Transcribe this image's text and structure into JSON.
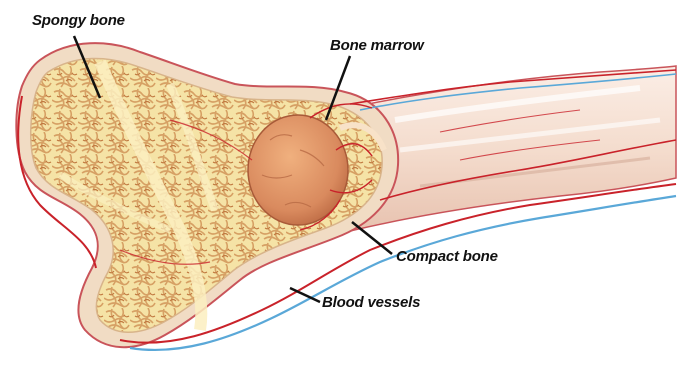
{
  "labels": {
    "spongy_bone": "Spongy bone",
    "bone_marrow": "Bone marrow",
    "compact_bone": "Compact bone",
    "blood_vessels": "Blood vessels"
  },
  "colors": {
    "outline": "#c9545a",
    "cortex": "#f1dcc4",
    "spongy_fill": "#f6e6a7",
    "trabecula": "#e0b27a",
    "marrow_fill": "#d9895c",
    "vessel_red": "#c9222a",
    "vessel_blue": "#5aa8d8",
    "shaft": "#efd6c6"
  }
}
